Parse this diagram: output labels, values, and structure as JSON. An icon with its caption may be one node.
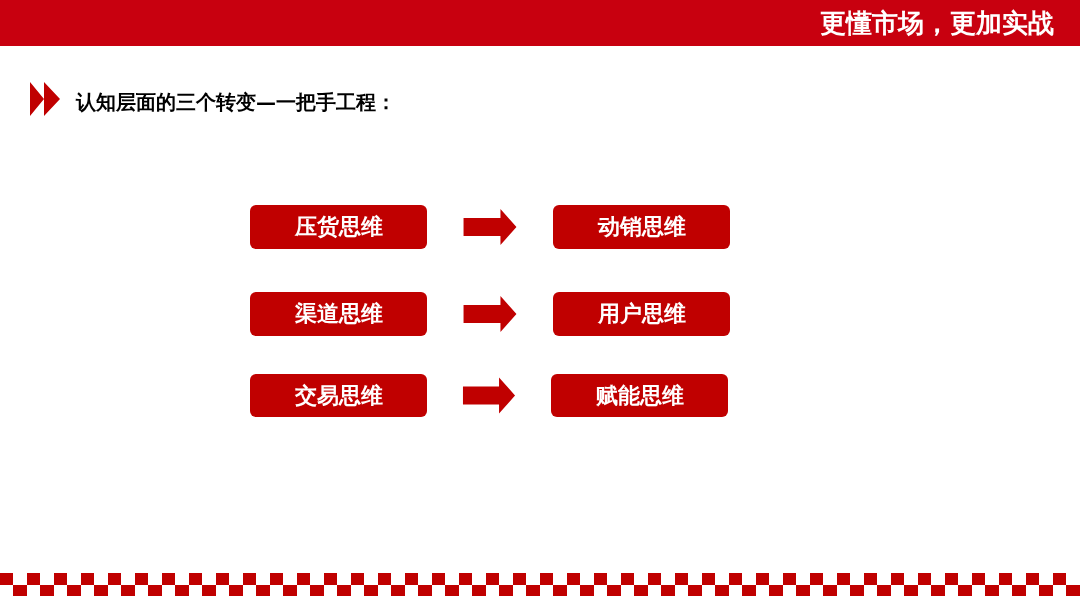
{
  "diagram": {
    "title": "认知层面的三个转变—**一把手工程：**",
    "nodes": [
      {
        "text": [
          "压货思维"
        ]
      },
      {
        "text": [
          "动销思维"
        ]
      },
      {
        "text": [
          "渠道思维"
        ]
      },
      {
        "text": [
          "用户思维"
        ]
      },
      {
        "text": [
          "交易思维"
        ]
      },
      {
        "text": [
          "赋能思维"
        ]
      }
    ],
    "edges": [
      {
        "from": 0,
        "to": 1,
        "arrow": "to"
      },
      {
        "from": 2,
        "to": 3,
        "arrow": "to"
      },
      {
        "from": 4,
        "to": 5,
        "arrow": "to"
      }
    ],
    "labels": [
      "更懂市场，更加实战"
    ]
  }
}
